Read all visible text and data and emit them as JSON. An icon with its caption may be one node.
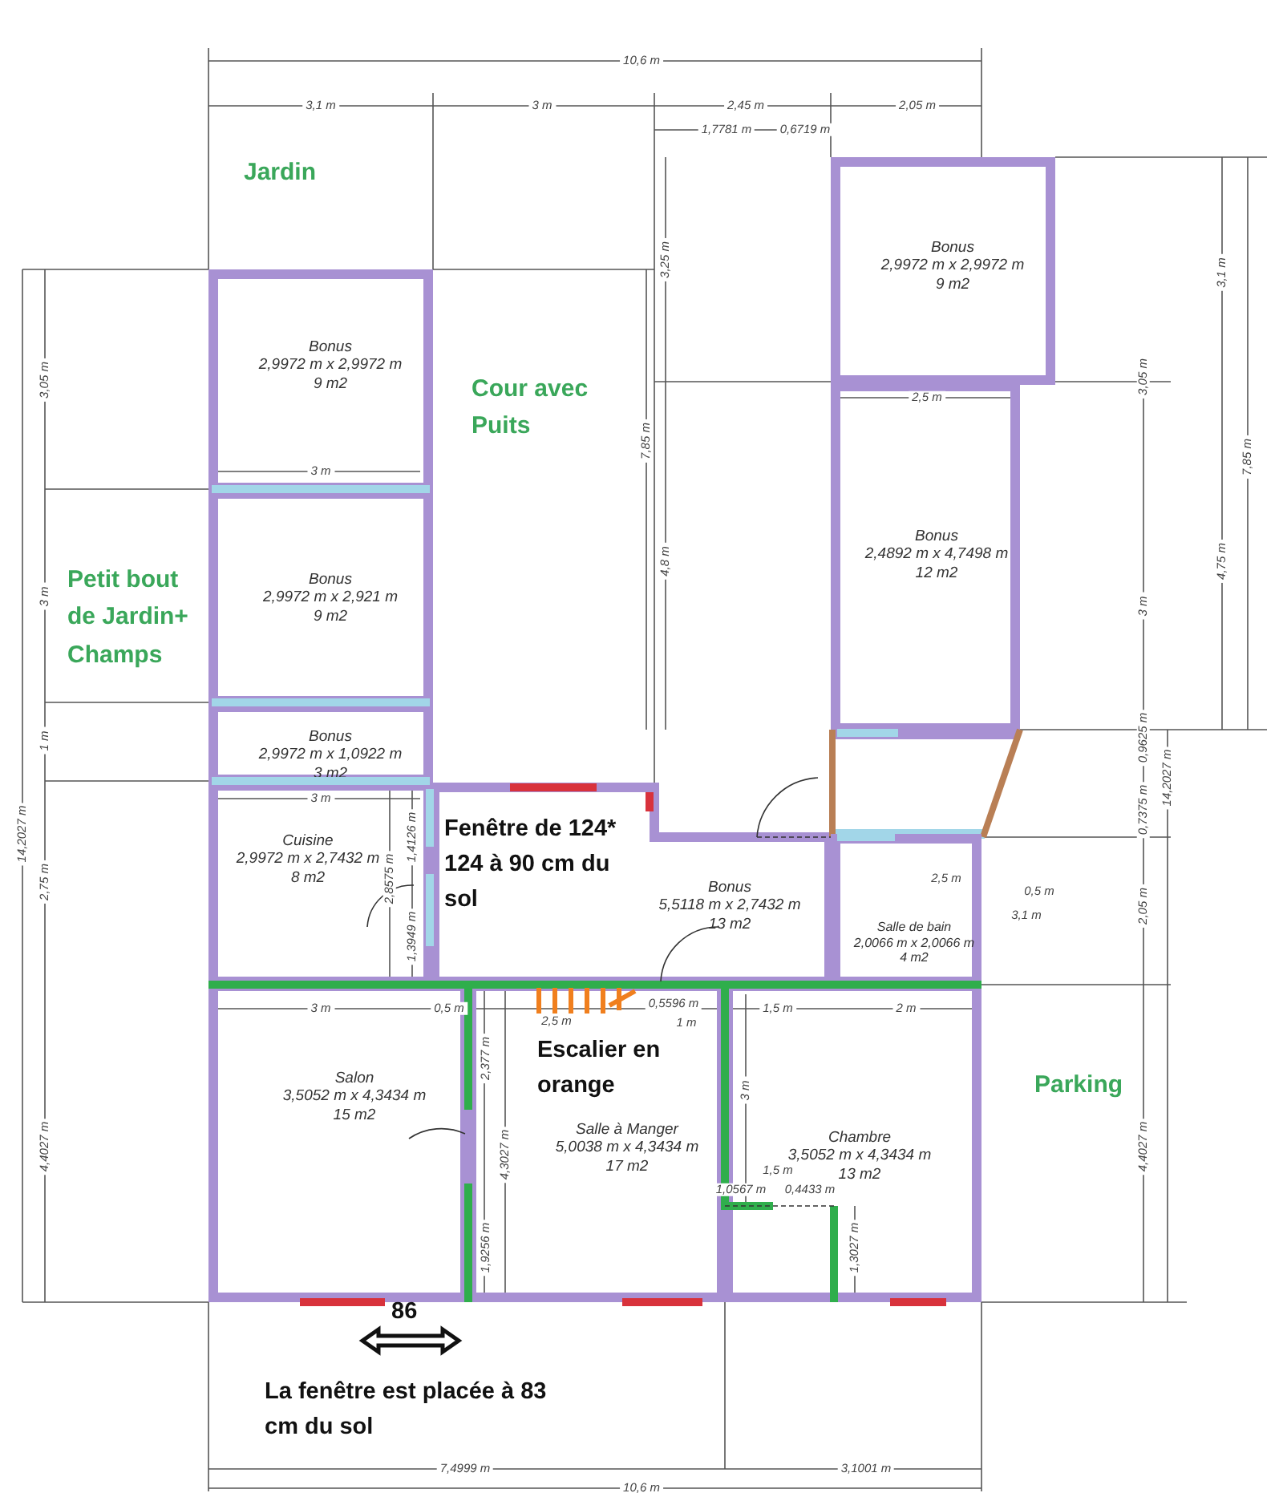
{
  "diagram": {
    "nodes": [
      {
        "text": [
          "Bonus",
          "2,9972 m x 2,9972 m",
          "9 m2"
        ]
      },
      {
        "text": [
          "Bonus",
          "2,9972 m x 2,921 m",
          "9 m2"
        ]
      },
      {
        "text": [
          "Bonus",
          "2,9972 m x 1,0922 m",
          "3 m2"
        ]
      },
      {
        "text": [
          "Cuisine",
          "2,9972 m x 2,7432 m",
          "8 m2"
        ]
      },
      {
        "text": [
          "Bonus",
          "5,5118 m x 2,7432 m",
          "13 m2"
        ]
      },
      {
        "text": [
          "Bonus",
          "2,9972 m x 2,9972 m",
          "9 m2"
        ]
      },
      {
        "text": [
          "Bonus",
          "2,4892 m x 4,7498 m",
          "12 m2"
        ]
      },
      {
        "text": [],
        "shape": "trapezoid"
      },
      {
        "text": [
          "Salle de bain",
          "2,0066 m x 2,0066 m",
          "4 m2"
        ]
      },
      {
        "text": [
          "Salon",
          "3,5052 m x 4,3434 m",
          "15 m2"
        ]
      },
      {
        "text": [
          "Salle à Manger",
          "5,0038 m x 4,3434 m",
          "17 m2"
        ]
      },
      {
        "text": [
          "Chambre",
          "3,5052 m x 4,3434 m",
          "13 m2"
        ]
      }
    ],
    "labels": [
      "10,6 m",
      "3,1 m",
      "3 m",
      "2,45 m",
      "2,05 m",
      "1,7781 m",
      "0,6719 m",
      "Jardin",
      "3,25 m",
      "3,1 m",
      "3,05 m",
      "Cour avec Puits",
      "2,5 m",
      "3,05 m",
      "7,85 m",
      "7,85 m",
      "3 m",
      "3 m",
      "Petit bout de Jardin+ Champs",
      "4,8 m",
      "3 m",
      "4,75 m",
      "1 m",
      "0,9625 m",
      "14,2027 m",
      "2,75 m",
      "3 m",
      "2,8575 m",
      "1,4126 m",
      "1,3949 m",
      "Fenêtre de 124* 124 à 90 cm du sol",
      "2,5 m",
      "3,1 m",
      "0,5 m",
      "0,7375 m",
      "2,05 m",
      "14,2027 m",
      "3 m",
      "0,5 m",
      "2,5 m",
      "0,5596 m",
      "1 m",
      "1,5 m",
      "2 m",
      "2,377 m",
      "Escalier en orange",
      "3 m",
      "Parking",
      "4,4027 m",
      "4,3027 m",
      "1,0567 m",
      "1,5 m",
      "0,4433 m",
      "4,4027 m",
      "1,9256 m",
      "1,3027 m",
      "86",
      "La fenêtre est placée à 83 cm du sol",
      "7,4999 m",
      "3,1001 m",
      "10,6 m"
    ]
  }
}
